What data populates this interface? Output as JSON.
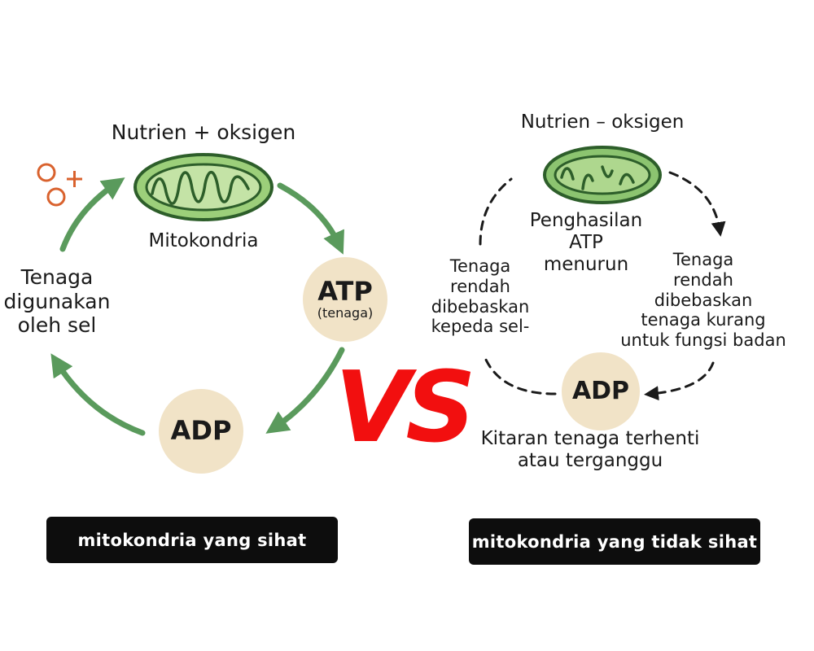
{
  "colors": {
    "accent_green": "#5a9a5c",
    "mito_fill": "#9ccf7a",
    "mito_outline": "#2d5e2a",
    "circle_fill": "#f1e3c7",
    "vs_red": "#f20f0f",
    "icon_orange": "#d9622e",
    "caption_bg": "#0d0d0d"
  },
  "left": {
    "top_label": "Nutrien + oksigen",
    "mito_label": "Mitokondria",
    "atp_label": "ATP",
    "atp_sub": "(tenaga)",
    "adp_label": "ADP",
    "side_label": "Tenaga\ndigunakan\noleh sel",
    "caption": "mitokondria yang sihat"
  },
  "vs_text": "VS",
  "right": {
    "top_label": "Nutrien – oksigen",
    "center_label": "Penghasilan\nATP\nmenurun",
    "left_label": "Tenaga\nrendah\ndibebaskan\nkepeda sel-",
    "right_label": "Tenaga\nrendah\ndibebaskan\ntenaga kurang\nuntuk fungsi badan",
    "adp_label": "ADP",
    "bottom_label": "Kitaran tenaga terhenti\natau terganggu",
    "caption": "mitokondria yang tidak sihat"
  }
}
